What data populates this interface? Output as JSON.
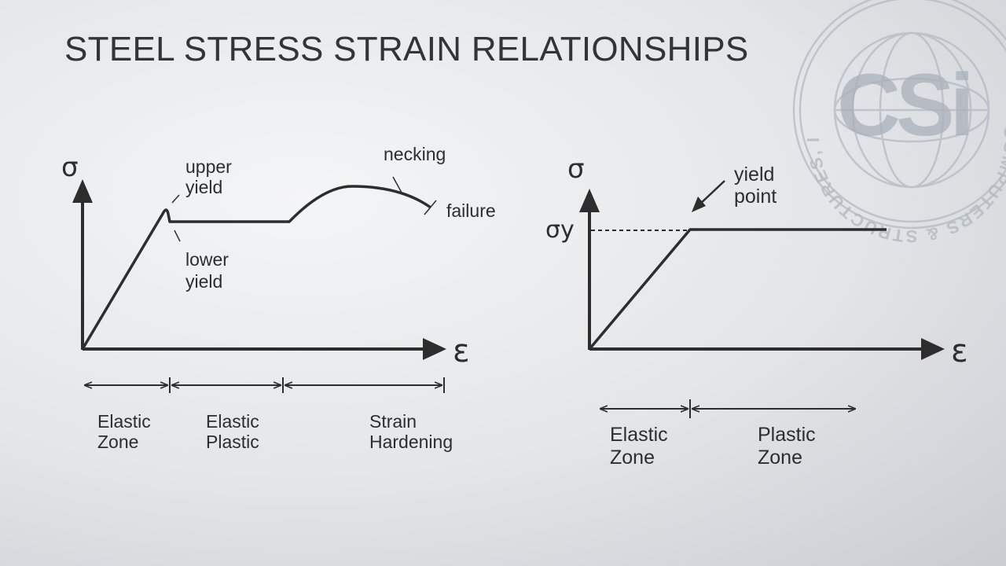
{
  "slide": {
    "title": "STEEL STRESS STRAIN RELATIONSHIPS"
  },
  "logo": {
    "letters": "CSi",
    "ring_text": "COMPUTERS & STRUCTURES, INC. · TECHNOLOGY FOR A BETTER WORLD"
  },
  "diagram_left": {
    "y_axis_symbol": "σ",
    "x_axis_symbol": "ε",
    "upper_yield": {
      "line1": "upper",
      "line2": "yield"
    },
    "lower_yield": {
      "line1": "lower",
      "line2": "yield"
    },
    "necking_label": "necking",
    "failure_label": "failure",
    "zones": [
      {
        "line1": "Elastic",
        "line2": "Zone"
      },
      {
        "line1": "Elastic",
        "line2": "Plastic"
      },
      {
        "line1": "Strain",
        "line2": "Hardening"
      }
    ]
  },
  "diagram_right": {
    "y_axis_symbol": "σ",
    "x_axis_symbol": "ε",
    "yield_stress_label": "σy",
    "yield_point": {
      "line1": "yield",
      "line2": "point"
    },
    "zones": [
      {
        "line1": "Elastic",
        "line2": "Zone"
      },
      {
        "line1": "Plastic",
        "line2": "Zone"
      }
    ]
  },
  "colors": {
    "ink": "#2d2d2d",
    "title": "#333436",
    "logo": "#a9b1ba"
  }
}
